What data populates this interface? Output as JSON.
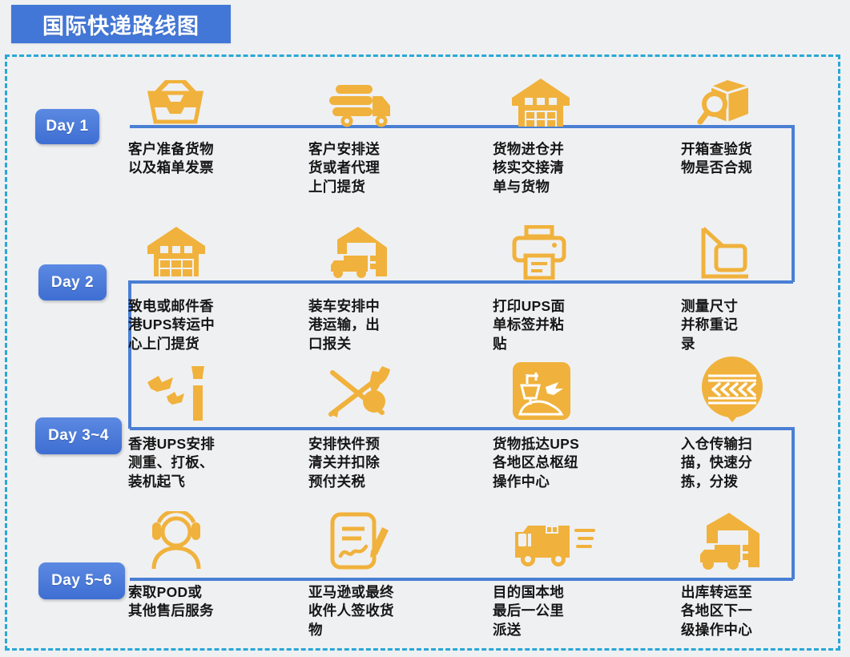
{
  "title": "国际快递路线图",
  "theme": {
    "background": "#eff0f2",
    "title_bg": "#4277d8",
    "badge_blue": "#4277d8",
    "path_blue": "#4a7fd4",
    "dashed_border": "#29a8d6",
    "icon_orange": "#f0b23c"
  },
  "days": [
    {
      "label": "Day 1"
    },
    {
      "label": "Day 2"
    },
    {
      "label": "Day 3~4"
    },
    {
      "label": "Day 5~6"
    }
  ],
  "rows": [
    {
      "day": "Day 1",
      "steps": [
        {
          "icon": "open-box-icon",
          "text": "客户准备货物\n以及箱单发票"
        },
        {
          "icon": "delivery-truck-icon",
          "text": "客户安排送\n货或者代理\n上门提货"
        },
        {
          "icon": "warehouse-icon",
          "text": "货物进仓并\n核实交接清\n单与货物"
        },
        {
          "icon": "box-inspect-icon",
          "text": "开箱查验货\n物是否合规"
        }
      ]
    },
    {
      "day": "Day 2",
      "steps": [
        {
          "icon": "warehouse-boxes-icon",
          "text": "致电或邮件香\n港UPS转运中\n心上门提货"
        },
        {
          "icon": "truck-loading-icon",
          "text": "装车安排中\n港运输，出\n口报关"
        },
        {
          "icon": "printer-icon",
          "text": "打印UPS面\n单标签并粘\n贴"
        },
        {
          "icon": "measure-box-icon",
          "text": "测量尺寸\n并称重记\n录"
        }
      ]
    },
    {
      "day": "Day 3~4",
      "steps": [
        {
          "icon": "airport-tower-icon",
          "text": "香港UPS安排\n测重、打板、\n装机起飞"
        },
        {
          "icon": "customs-clearance-icon",
          "text": "安排快件预\n清关并扣除\n预付关税"
        },
        {
          "icon": "airport-hub-icon",
          "text": "货物抵达UPS\n各地区总枢纽\n操作中心"
        },
        {
          "icon": "conveyor-sort-icon",
          "text": "入仓传输扫\n描，快速分\n拣，分拨"
        }
      ]
    },
    {
      "day": "Day 5~6",
      "steps": [
        {
          "icon": "customer-support-icon",
          "text": "索取POD或\n其他售后服务"
        },
        {
          "icon": "signature-doc-icon",
          "text": "亚马逊或最终\n收件人签收货\n物"
        },
        {
          "icon": "fast-van-icon",
          "text": "目的国本地\n最后一公里\n派送"
        },
        {
          "icon": "depot-truck-icon",
          "text": "出库转运至\n各地区下一\n级操作中心"
        }
      ]
    }
  ]
}
